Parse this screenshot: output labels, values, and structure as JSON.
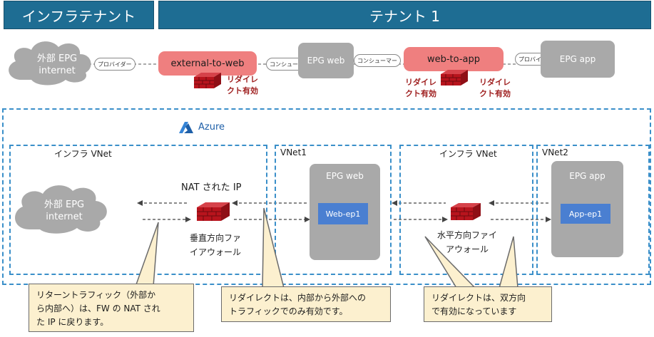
{
  "headers": {
    "infra_tenant": "インフラテナント",
    "tenant1": "テナント 1"
  },
  "top": {
    "external_epg": "外部 EPG\ninternet",
    "provider1": "プロバイダー",
    "contract1": "external-to-web",
    "consumer1": "コンシューマー",
    "epg_web": "EPG web",
    "consumer2": "コンシューマー",
    "contract2": "web-to-app",
    "provider2": "プロバイダー",
    "epg_app": "EPG app",
    "redirect1": "リダイレ\nクト有効",
    "redirect2": "リダイレ\nクト有効",
    "redirect3": "リダイレ\nクト有効"
  },
  "azure": {
    "label": "Azure",
    "infra_vnet_left": "インフラ VNet",
    "vnet1": "VNet1",
    "infra_vnet_right": "インフラ VNet",
    "vnet2": "VNet2",
    "external_epg": "外部 EPG\ninternet",
    "nat_ip": "NAT された IP",
    "vertical_fw": "垂直方向ファ\nイアウォール",
    "epg_web": "EPG web",
    "web_ep": "Web-ep1",
    "horizontal_fw": "水平方向ファイ\nアウォール",
    "epg_app": "EPG app",
    "app_ep": "App-ep1"
  },
  "callouts": {
    "return_traffic": "リターントラフィック（外部か\nら内部へ）は、FW の NAT され\nた IP に戻ります。",
    "redirect_outbound": "リダイレクトは、内部から外部への\nトラフィックでのみ有効です。",
    "redirect_both": "リダイレクトは、双方向\nで有効になっています"
  },
  "colors": {
    "header": "#1e6d93",
    "contract": "#ef7f7f",
    "epg": "#a9a9a9",
    "endpoint": "#4a7fd1",
    "firewall": "#b8141d",
    "callout": "#fcf0cf",
    "dashed": "#3a8fc9"
  }
}
